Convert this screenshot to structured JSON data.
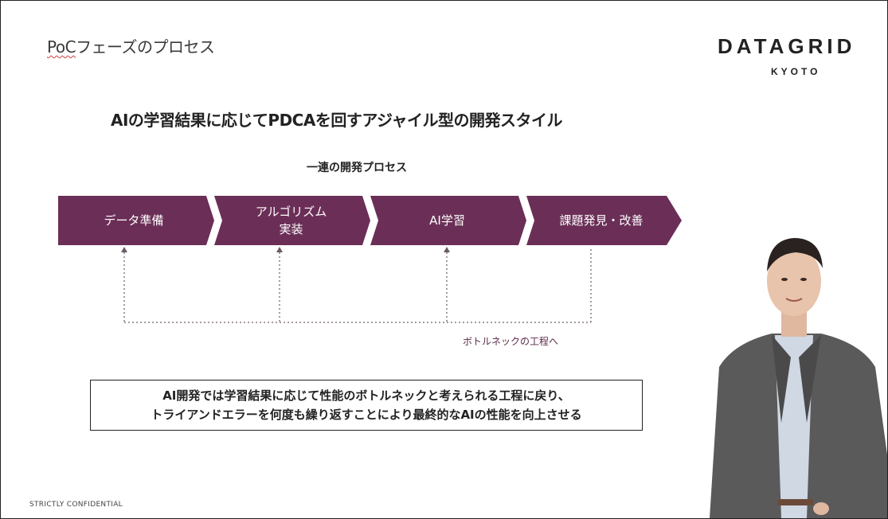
{
  "slide": {
    "title_prefix": "PoC",
    "title_suffix": "フェーズのプロセス",
    "logo_main": "DATAGRID",
    "logo_sub": "KYOTO",
    "headline": "AIの学習結果に応じてPDCAを回すアジャイル型の開発スタイル",
    "process_label": "一連の開発プロセス",
    "steps": [
      {
        "label": "データ準備"
      },
      {
        "label": "アルゴリズム\n実装"
      },
      {
        "label": "AI学習"
      },
      {
        "label": "課題発見・改善"
      }
    ],
    "feedback_label": "ボトルネックの工程へ",
    "note_lines": [
      "AI開発では学習結果に応じて性能のボトルネックと考えられる工程に戻り、",
      "トライアンドエラーを何度も繰り返すことにより最終的なAIの性能を向上させる"
    ],
    "footer": "STRICTLY CONFIDENTIAL"
  },
  "colors": {
    "arrow_fill": "#6b2f57",
    "dotted_line": "#8a7a86"
  }
}
